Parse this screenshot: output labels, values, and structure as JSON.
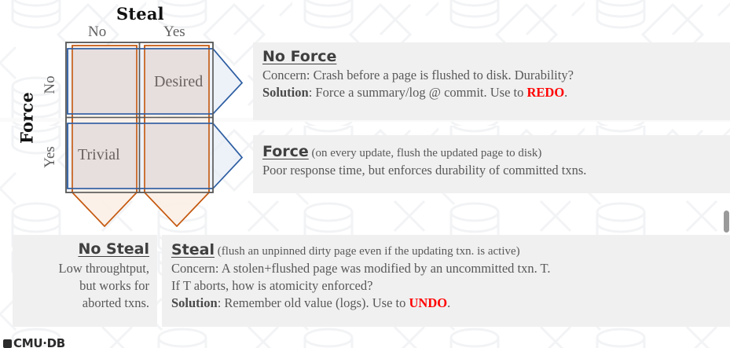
{
  "diagram": {
    "x_axis_title": "Steal",
    "y_axis_title": "Force",
    "x_ticks": [
      "No",
      "Yes"
    ],
    "y_ticks": [
      "No",
      "Yes"
    ],
    "cells": [
      {
        "label": "",
        "row": "No",
        "col": "No"
      },
      {
        "label": "Desired",
        "row": "No",
        "col": "Yes"
      },
      {
        "label": "Trivial",
        "row": "Yes",
        "col": "No"
      },
      {
        "label": "",
        "row": "Yes",
        "col": "Yes"
      }
    ],
    "cell_desired": "Desired",
    "cell_trivial": "Trivial",
    "colors": {
      "row_band_fill": "#E8EDF6",
      "row_band_stroke": "#2E5FA3",
      "col_band_fill": "#FCEFE5",
      "col_band_stroke": "#C55A11",
      "overlap_fill": "#EBE0DE",
      "grid_stroke": "#595959",
      "panel_bg": "#F0F0F0",
      "redo_undo": "#FF0000"
    }
  },
  "panels": {
    "no_force": {
      "header": "No Force",
      "line1": "Concern: Crash before a page is flushed to disk. Durability?",
      "line2_label": "Solution",
      "line2_a": ": Force a summary/log @ commit. Use to ",
      "line2_kw": "REDO",
      "line2_b": "."
    },
    "force": {
      "header": "Force",
      "header_note": " (on every update, flush the updated page to disk)",
      "line1": "Poor response time, but enforces durability of committed txns."
    },
    "no_steal": {
      "header": "No Steal",
      "line1": "Low throughtput,",
      "line2": "but works for",
      "line3": "aborted txns."
    },
    "steal": {
      "header": "Steal",
      "header_note": " (flush an unpinned dirty page even if the updating txn. is active)",
      "line1": "Concern: A stolen+flushed page was modified by an uncommitted txn. T.",
      "line2": "If T aborts, how is atomicity enforced?",
      "line3_label": "Solution",
      "line3_a": ": Remember old value (logs). Use to ",
      "line3_kw": "UNDO",
      "line3_b": "."
    }
  },
  "footer": {
    "logo_text": "CMU·DB"
  }
}
